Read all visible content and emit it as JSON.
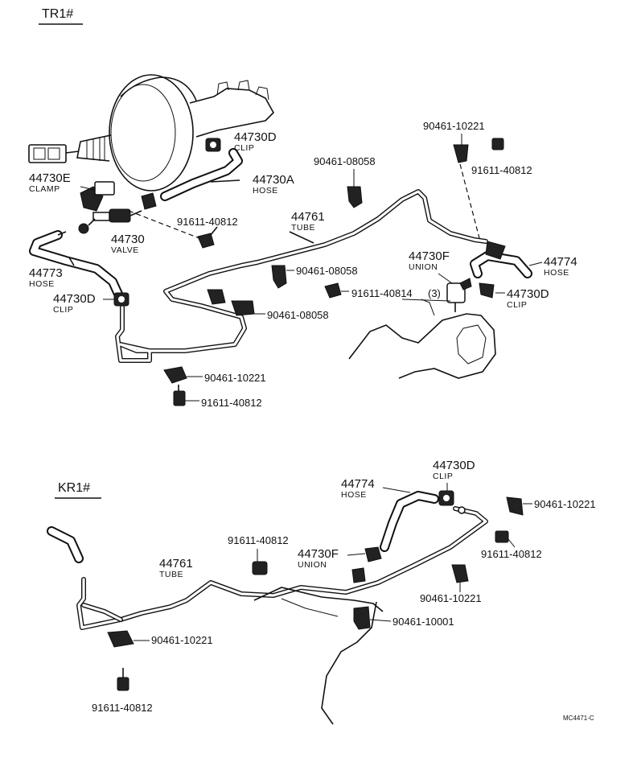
{
  "sections": {
    "tr1": "TR1#",
    "kr1": "KR1#"
  },
  "tr1_labels": {
    "clip_44730d_top": {
      "num": "44730D",
      "name": "CLIP"
    },
    "hose_44730a": {
      "num": "44730A",
      "name": "HOSE"
    },
    "clamp_44730e": {
      "num": "44730E",
      "name": "CLAMP"
    },
    "valve_44730": {
      "num": "44730",
      "name": "VALVE"
    },
    "bolt_91611_40812_a": "91611-40812",
    "hose_44773": {
      "num": "44773",
      "name": "HOSE"
    },
    "clip_44730d_left": {
      "num": "44730D",
      "name": "CLIP"
    },
    "clamp_90461_08058_top": "90461-08058",
    "tube_44761": {
      "num": "44761",
      "name": "TUBE"
    },
    "clamp_90461_10221_top": "90461-10221",
    "bolt_91611_40812_top": "91611-40812",
    "union_44730f": {
      "num": "44730F",
      "name": "UNION"
    },
    "hose_44774": {
      "num": "44774",
      "name": "HOSE"
    },
    "clip_44730d_right": {
      "num": "44730D",
      "name": "CLIP"
    },
    "clamp_90461_08058_mid": "90461-08058",
    "bolt_91611_40814": "91611-40814",
    "qty_3": "(3)",
    "clamp_90461_08058_low": "90461-08058",
    "clamp_90461_10221_bottom": "90461-10221",
    "bolt_91611_40812_bottom": "91611-40812"
  },
  "kr1_labels": {
    "clip_44730d": {
      "num": "44730D",
      "name": "CLIP"
    },
    "hose_44774": {
      "num": "44774",
      "name": "HOSE"
    },
    "clamp_90461_10221_right": "90461-10221",
    "bolt_91611_40812_right": "91611-40812",
    "bolt_91611_40812_mid": "91611-40812",
    "union_44730f": {
      "num": "44730F",
      "name": "UNION"
    },
    "tube_44761": {
      "num": "44761",
      "name": "TUBE"
    },
    "clamp_90461_10221_mid": "90461-10221",
    "clamp_90461_10001": "90461-10001",
    "clamp_90461_10221_left": "90461-10221",
    "bolt_91611_40812_bottom": "91611-40812"
  },
  "drawing_code": "MC4471-C"
}
